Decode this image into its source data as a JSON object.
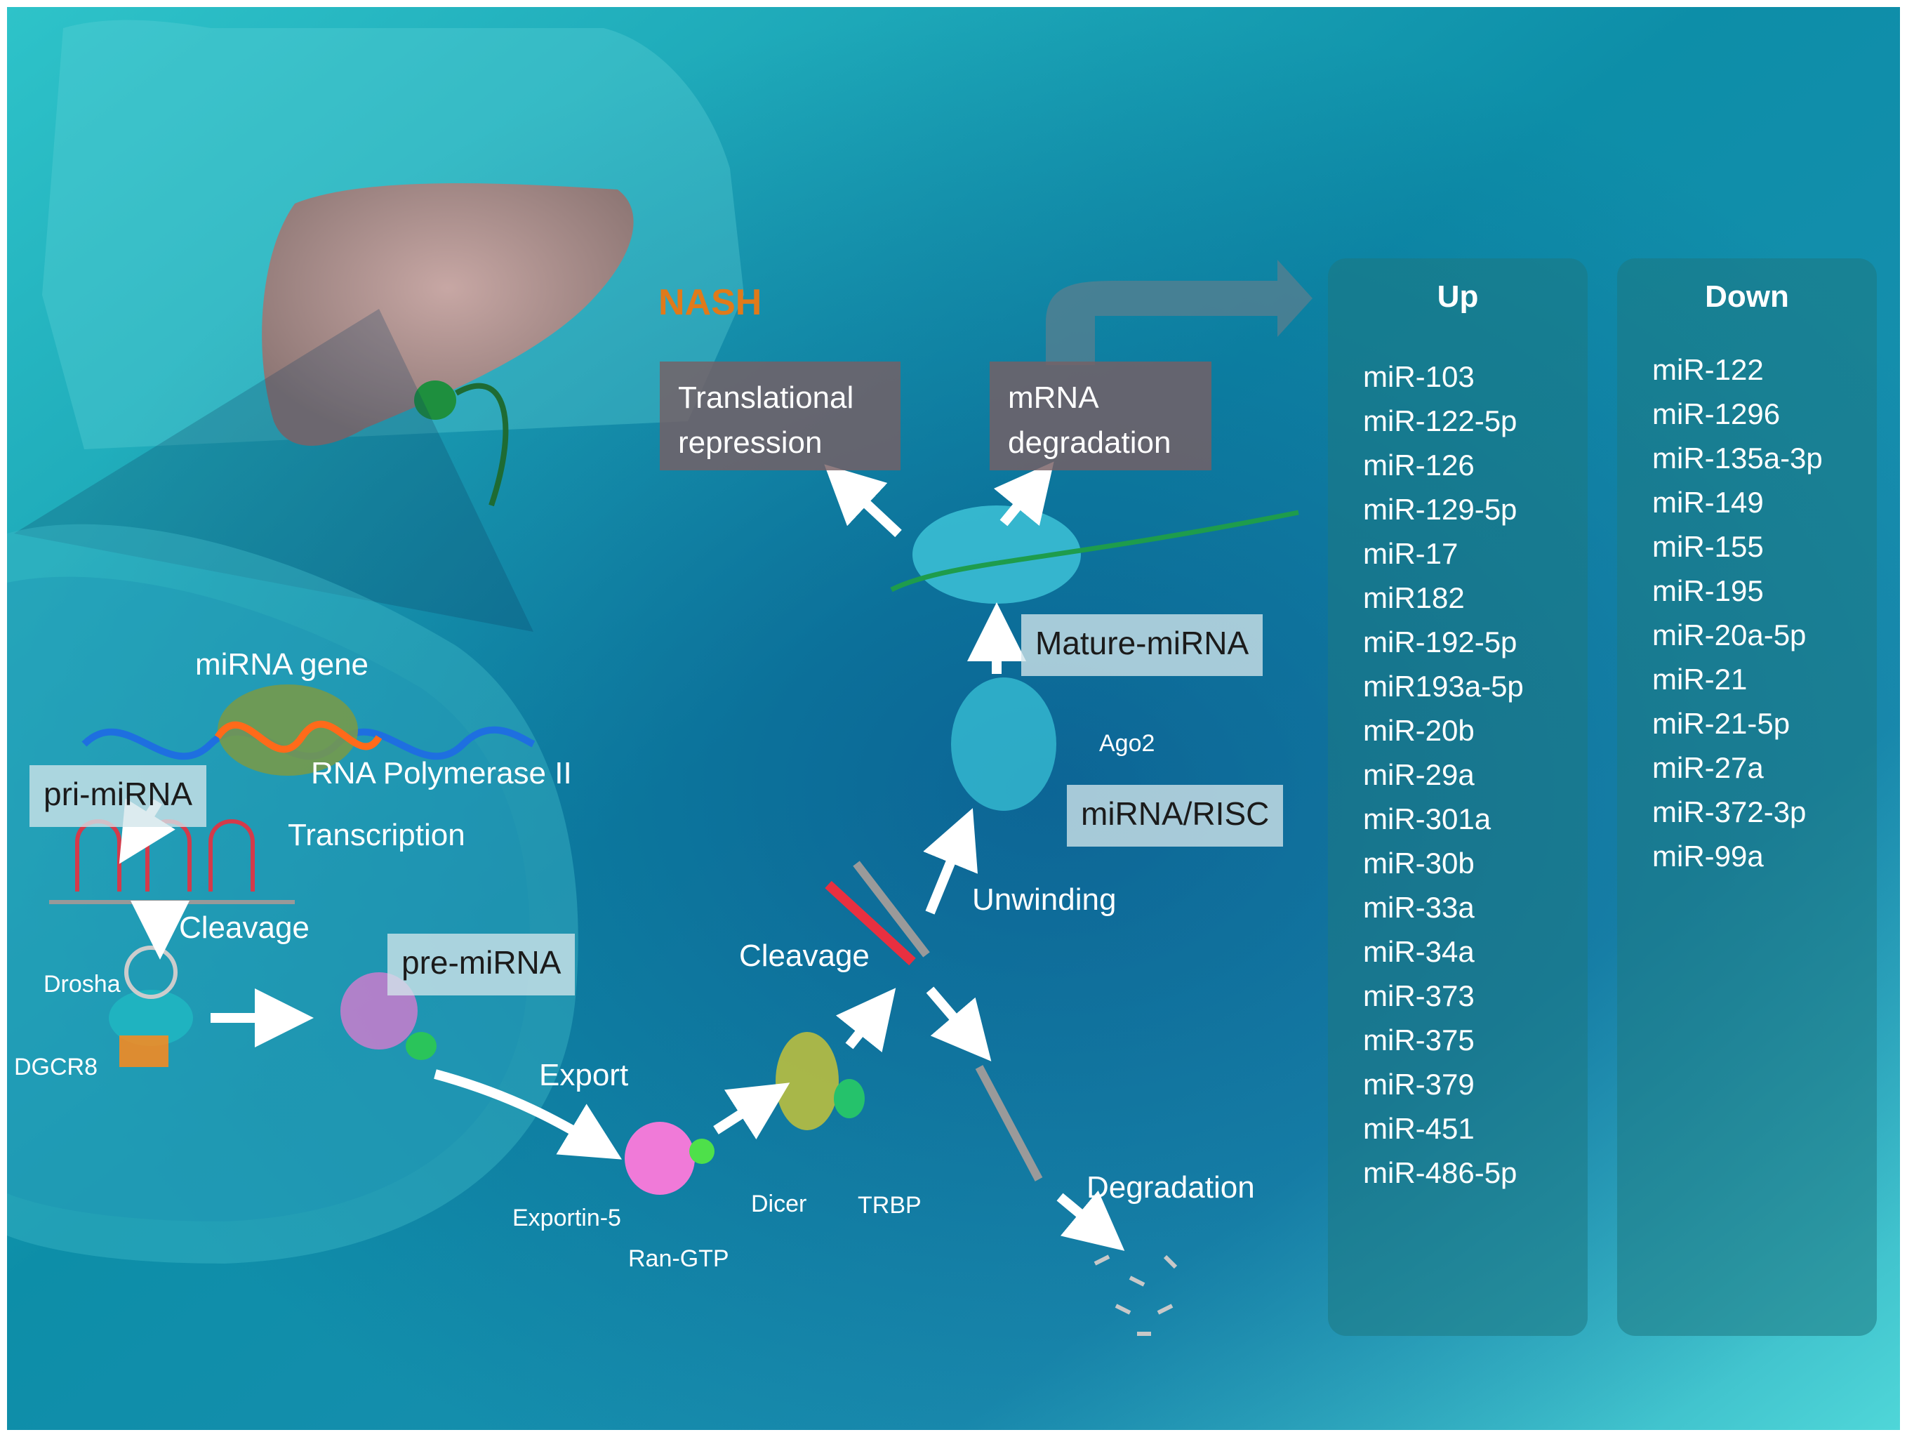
{
  "title": "NASH",
  "labels": {
    "mirna_gene": "miRNA gene",
    "pri_mirna": "pri-miRNA",
    "rna_pol": "RNA Polymerase II",
    "transcription": "Transcription",
    "cleavage_nuclear": "Cleavage",
    "drosha": "Drosha",
    "dgcr8": "DGCR8",
    "pre_mirna": "pre-miRNA",
    "export": "Export",
    "exportin5": "Exportin-5",
    "ran_gtp": "Ran-GTP",
    "cleavage_cyto": "Cleavage",
    "dicer": "Dicer",
    "trbp": "TRBP",
    "unwinding": "Unwinding",
    "degradation": "Degradation",
    "risc": "miRNA/RISC",
    "ago2": "Ago2",
    "mature": "Mature-miRNA",
    "transl_line1": "Translational",
    "transl_line2": "repression",
    "mrna_line1": "mRNA",
    "mrna_line2": "degradation"
  },
  "up": {
    "title": "Up",
    "items": [
      "miR-103",
      "miR-122-5p",
      "miR-126",
      "miR-129-5p",
      "miR-17",
      "miR182",
      "miR-192-5p",
      "miR193a-5p",
      "miR-20b",
      "miR-29a",
      "miR-301a",
      "miR-30b",
      "miR-33a",
      "miR-34a",
      "miR-373",
      "miR-375",
      "miR-379",
      "miR-451",
      "miR-486-5p"
    ]
  },
  "down": {
    "title": "Down",
    "items": [
      "miR-122",
      "miR-1296",
      "miR-135a-3p",
      "miR-149",
      "miR-155",
      "miR-195",
      "miR-20a-5p",
      "miR-21",
      "miR-21-5p",
      "miR-27a",
      "miR-372-3p",
      "miR-99a"
    ]
  },
  "colors": {
    "title_orange": "#e07a1a",
    "bg_teal": "#1aa9b5",
    "panel": "#1e7882"
  }
}
